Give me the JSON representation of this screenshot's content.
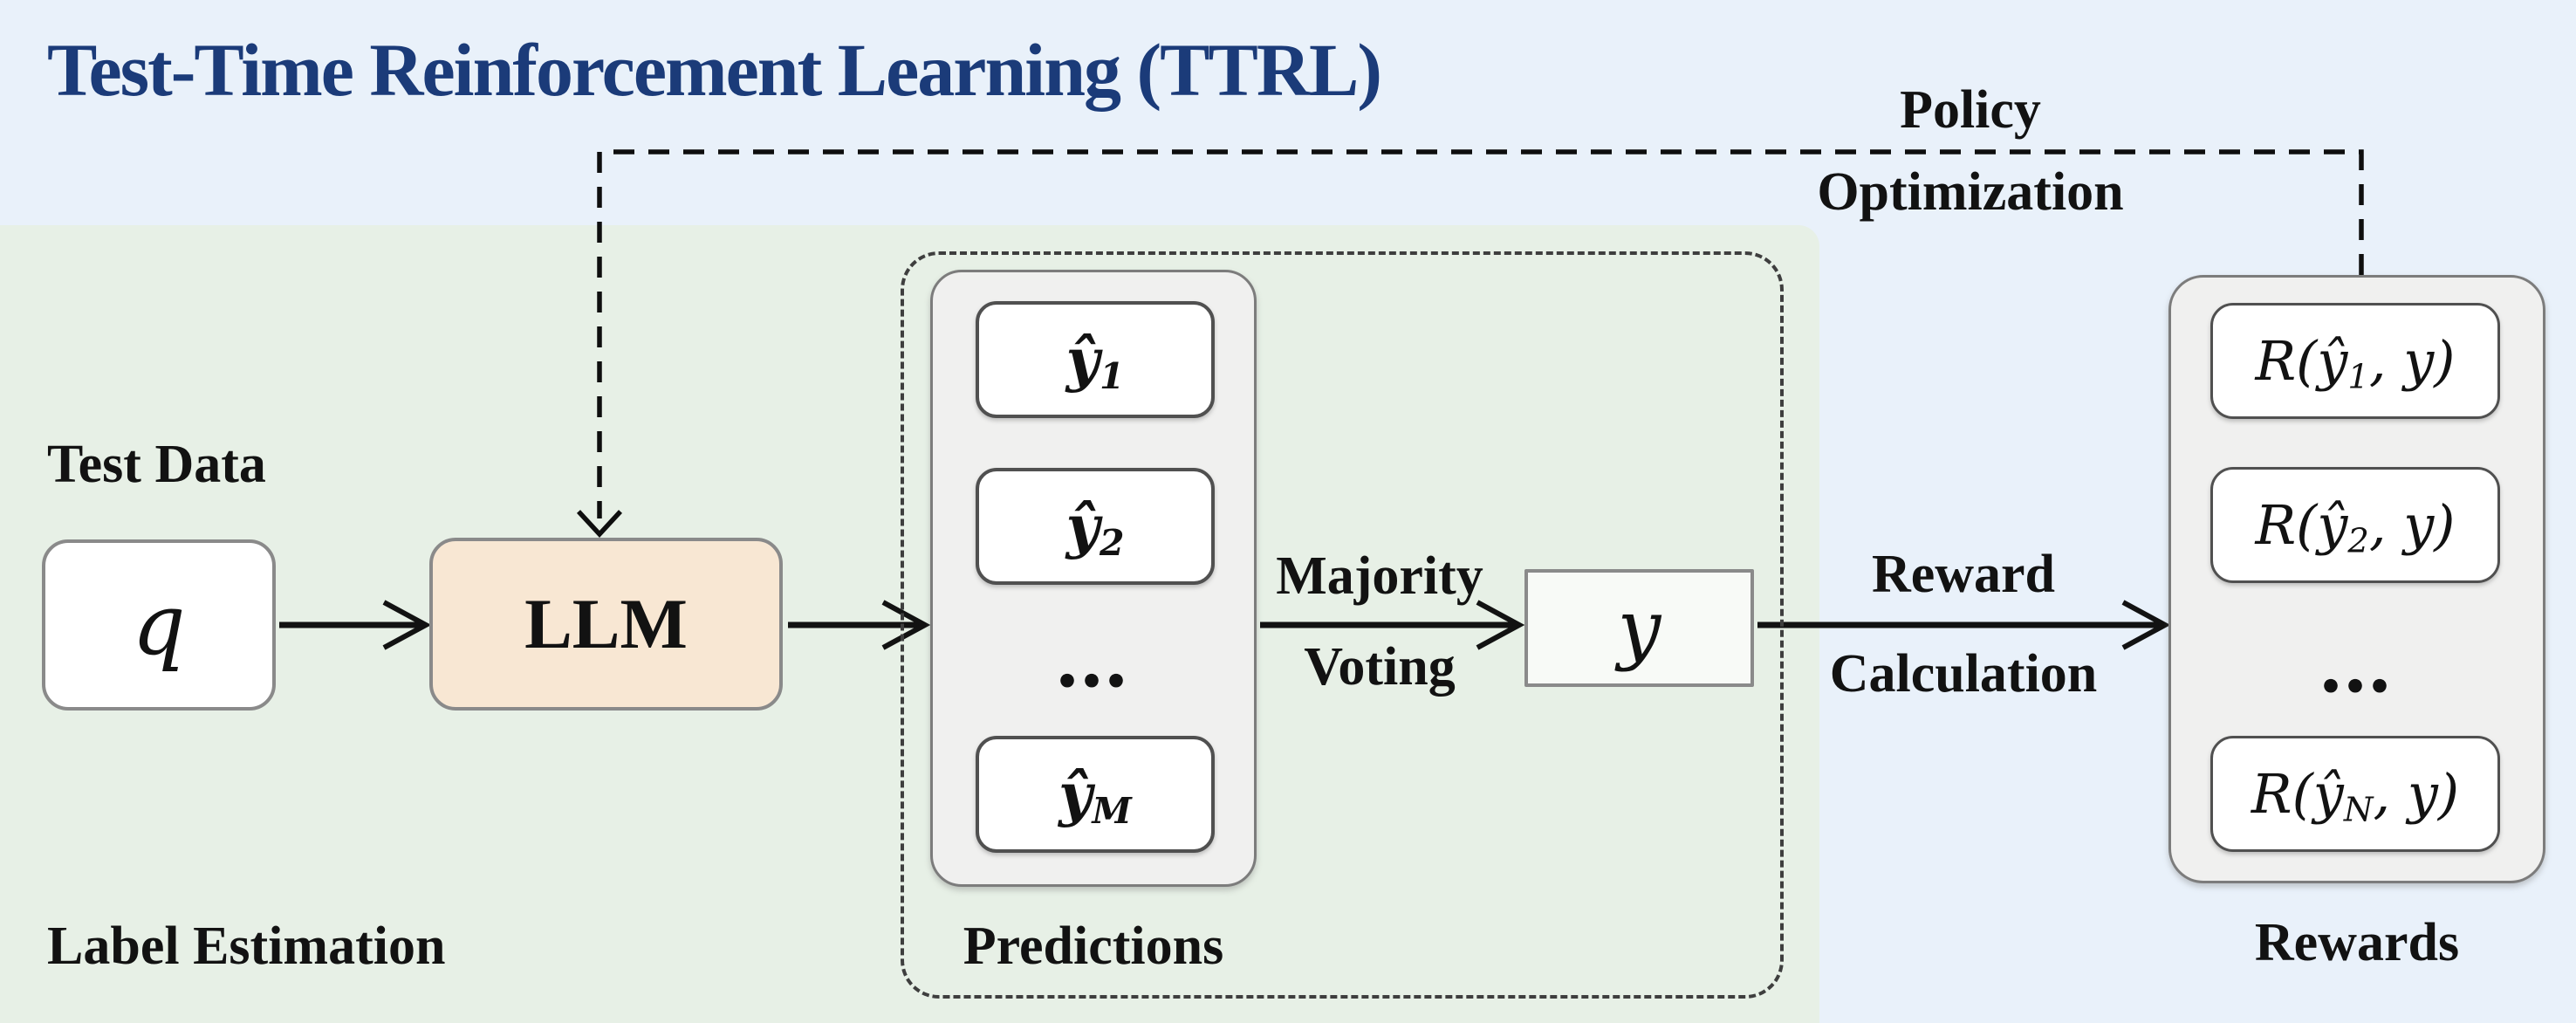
{
  "title": "Test-Time Reinforcement Learning (TTRL)",
  "colors": {
    "background": "#e9f1fa",
    "green_panel": "#e7f0e6",
    "title": "#1b3b79",
    "llm_fill": "#f8e7d3",
    "container_fill": "#f0f0ef",
    "arrow": "#121212"
  },
  "section_labels": {
    "test_data": "Test Data",
    "label_estimation": "Label Estimation",
    "predictions": "Predictions",
    "rewards": "Rewards"
  },
  "edge_labels": {
    "policy_line1": "Policy",
    "policy_line2": "Optimization",
    "majority_line1": "Majority",
    "majority_line2": "Voting",
    "reward_line1": "Reward",
    "reward_line2": "Calculation"
  },
  "nodes": {
    "query": "q",
    "llm": "LLM",
    "estimated_label": "y"
  },
  "predictions": {
    "ellipsis": "...",
    "items": [
      {
        "base": "ŷ",
        "sub": "1"
      },
      {
        "base": "ŷ",
        "sub": "2"
      },
      {
        "base": "ŷ",
        "sub": "M"
      }
    ]
  },
  "rewards": {
    "ellipsis": "...",
    "items": [
      {
        "pre": "R(ŷ",
        "sub": "1",
        "post": ", y)"
      },
      {
        "pre": "R(ŷ",
        "sub": "2",
        "post": ", y)"
      },
      {
        "pre": "R(ŷ",
        "sub": "N",
        "post": ", y)"
      }
    ]
  }
}
